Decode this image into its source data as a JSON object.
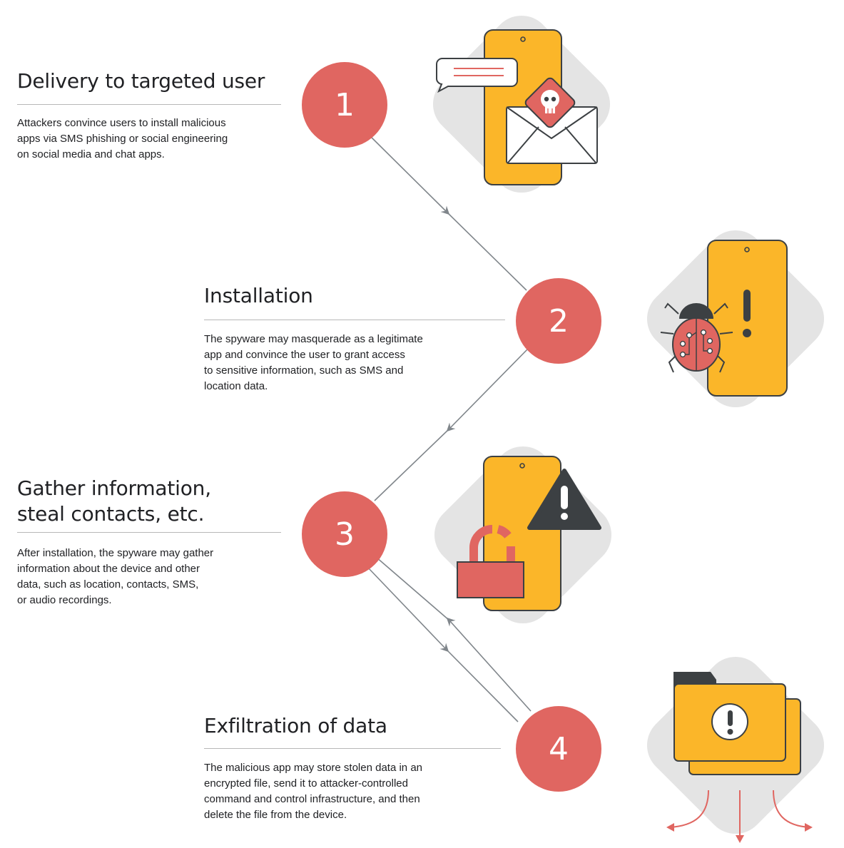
{
  "colors": {
    "accent_red": "#e06661",
    "phone_yellow": "#fbb629",
    "outline": "#3c4043",
    "backdrop_gray": "#e4e4e4",
    "connector_gray": "#80868b"
  },
  "steps": [
    {
      "number": "1",
      "title": "Delivery to targeted user",
      "description": "Attackers convince users to install malicious\napps via SMS phishing or social engineering\non social media and chat apps.",
      "icon": "phishing-message-phone-icon"
    },
    {
      "number": "2",
      "title": "Installation",
      "description": "The spyware may masquerade as a legitimate\napp and convince the user to grant access\nto sensitive information, such as SMS and\nlocation data.",
      "icon": "malware-bug-phone-icon"
    },
    {
      "number": "3",
      "title": "Gather information,\nsteal contacts, etc.",
      "description": "After installation, the spyware may gather\ninformation about the device and other\ndata, such as location, contacts, SMS,\nor audio recordings.",
      "icon": "unlocked-padlock-warning-phone-icon"
    },
    {
      "number": "4",
      "title": "Exfiltration of data",
      "description": "The malicious app may store stolen data in an\nencrypted file, send it to attacker-controlled\ncommand and control infrastructure, and then\ndelete the file from the device.",
      "icon": "folder-exfiltration-icon"
    }
  ]
}
